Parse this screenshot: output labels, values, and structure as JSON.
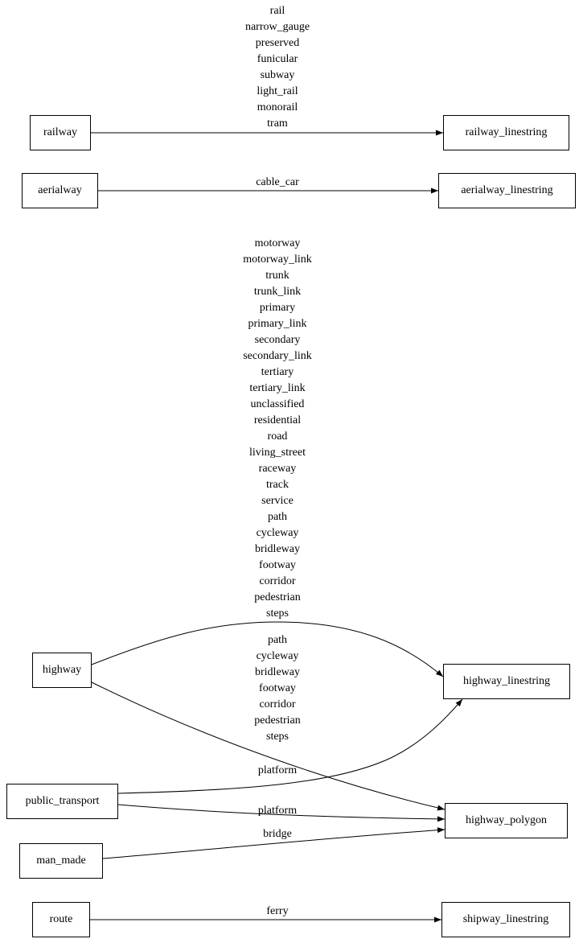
{
  "diagram": {
    "nodes": {
      "railway": {
        "label": "railway"
      },
      "railway_linestring": {
        "label": "railway_linestring"
      },
      "aerialway": {
        "label": "aerialway"
      },
      "aerialway_linestring": {
        "label": "aerialway_linestring"
      },
      "highway": {
        "label": "highway"
      },
      "highway_linestring": {
        "label": "highway_linestring"
      },
      "public_transport": {
        "label": "public_transport"
      },
      "highway_polygon": {
        "label": "highway_polygon"
      },
      "man_made": {
        "label": "man_made"
      },
      "route": {
        "label": "route"
      },
      "shipway_linestring": {
        "label": "shipway_linestring"
      }
    },
    "edge_labels": {
      "railway_to_railway_linestring": "rail\nnarrow_gauge\npreserved\nfunicular\nsubway\nlight_rail\nmonorail\ntram",
      "aerialway_to_aerialway_linestring": "cable_car",
      "highway_to_highway_linestring": "motorway\nmotorway_link\ntrunk\ntrunk_link\nprimary\nprimary_link\nsecondary\nsecondary_link\ntertiary\ntertiary_link\nunclassified\nresidential\nroad\nliving_street\nraceway\ntrack\nservice\npath\ncycleway\nbridleway\nfootway\ncorridor\npedestrian\nsteps",
      "highway_to_highway_polygon": "path\ncycleway\nbridleway\nfootway\ncorridor\npedestrian\nsteps",
      "public_transport_to_highway_linestring": "platform",
      "public_transport_to_highway_polygon": "platform",
      "man_made_to_highway_polygon": "bridge",
      "route_to_shipway_linestring": "ferry"
    },
    "colors": {
      "background": "#ffffff",
      "node_border": "#000000",
      "edge": "#000000",
      "text": "#000000"
    }
  }
}
